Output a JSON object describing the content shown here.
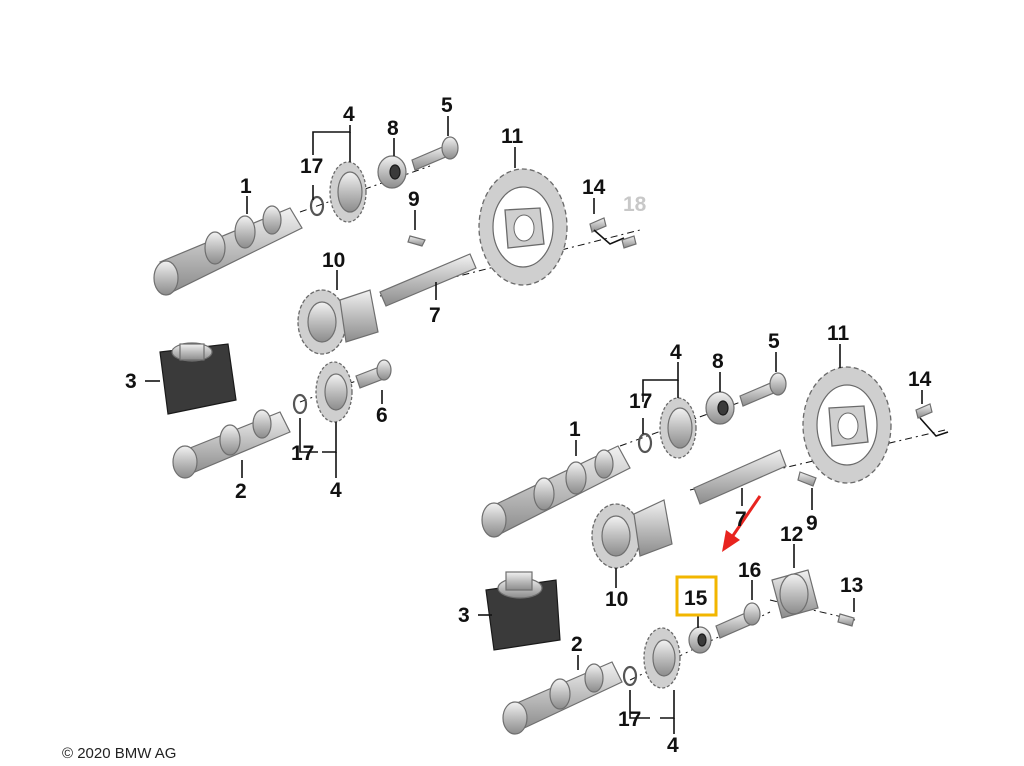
{
  "diagram": {
    "upper_group_labels": [
      "1",
      "2",
      "3",
      "4",
      "4",
      "5",
      "6",
      "7",
      "8",
      "9",
      "10",
      "11",
      "14",
      "17",
      "17",
      "18"
    ],
    "lower_group_labels": [
      "1",
      "2",
      "3",
      "4",
      "4",
      "5",
      "7",
      "8",
      "9",
      "10",
      "11",
      "12",
      "13",
      "14",
      "15",
      "16",
      "17",
      "17"
    ],
    "highlighted_part": "15",
    "faded_part": "18",
    "highlight_color": "#f2b600",
    "arrow_color": "#e8241f",
    "copyright": "© 2020 BMW AG"
  }
}
